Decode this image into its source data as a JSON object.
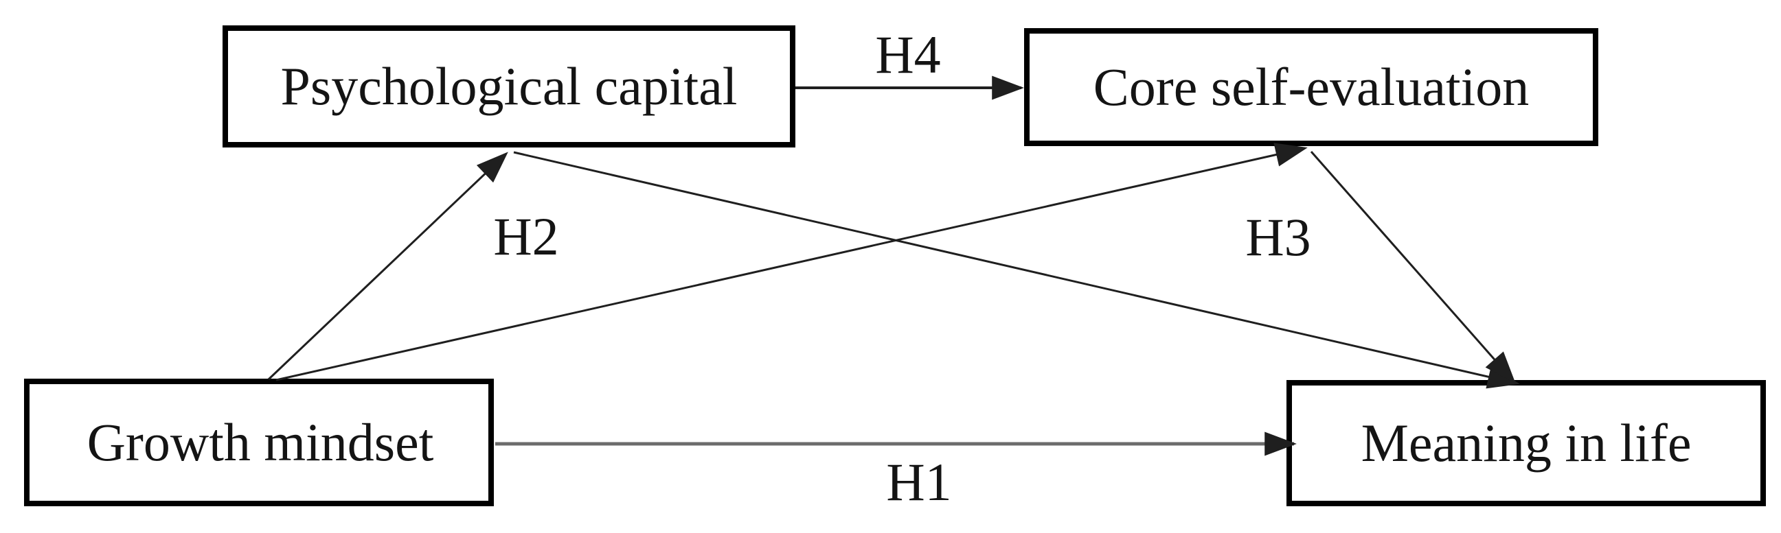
{
  "diagram": {
    "type": "path-model",
    "description": "Hypothesized mediation model with four constructs and labeled hypothesis arrows",
    "background": "#ffffff",
    "box_border_color": "#000000",
    "arrow_color": "#1f1f1f",
    "h1_arrow_color": "#6c6c6c",
    "text_color": "#141414",
    "nodes": [
      {
        "id": "psychological_capital",
        "label": "Psychological capital"
      },
      {
        "id": "core_self_evaluation",
        "label": "Core self-evaluation"
      },
      {
        "id": "growth_mindset",
        "label": "Growth mindset"
      },
      {
        "id": "meaning_in_life",
        "label": "Meaning in life"
      }
    ],
    "edges": [
      {
        "id": "h1",
        "label": "H1",
        "from": "growth_mindset",
        "to": "meaning_in_life"
      },
      {
        "id": "h2",
        "label": "H2",
        "from": "growth_mindset",
        "to": "psychological_capital"
      },
      {
        "id": "h3",
        "label": "H3",
        "from": "core_self_evaluation",
        "to": "meaning_in_life"
      },
      {
        "id": "h4",
        "label": "H4",
        "from": "psychological_capital",
        "to": "core_self_evaluation"
      },
      {
        "id": "growth_to_cse",
        "label": "",
        "from": "growth_mindset",
        "to": "core_self_evaluation"
      },
      {
        "id": "psycap_to_mil",
        "label": "",
        "from": "psychological_capital",
        "to": "meaning_in_life"
      }
    ]
  }
}
